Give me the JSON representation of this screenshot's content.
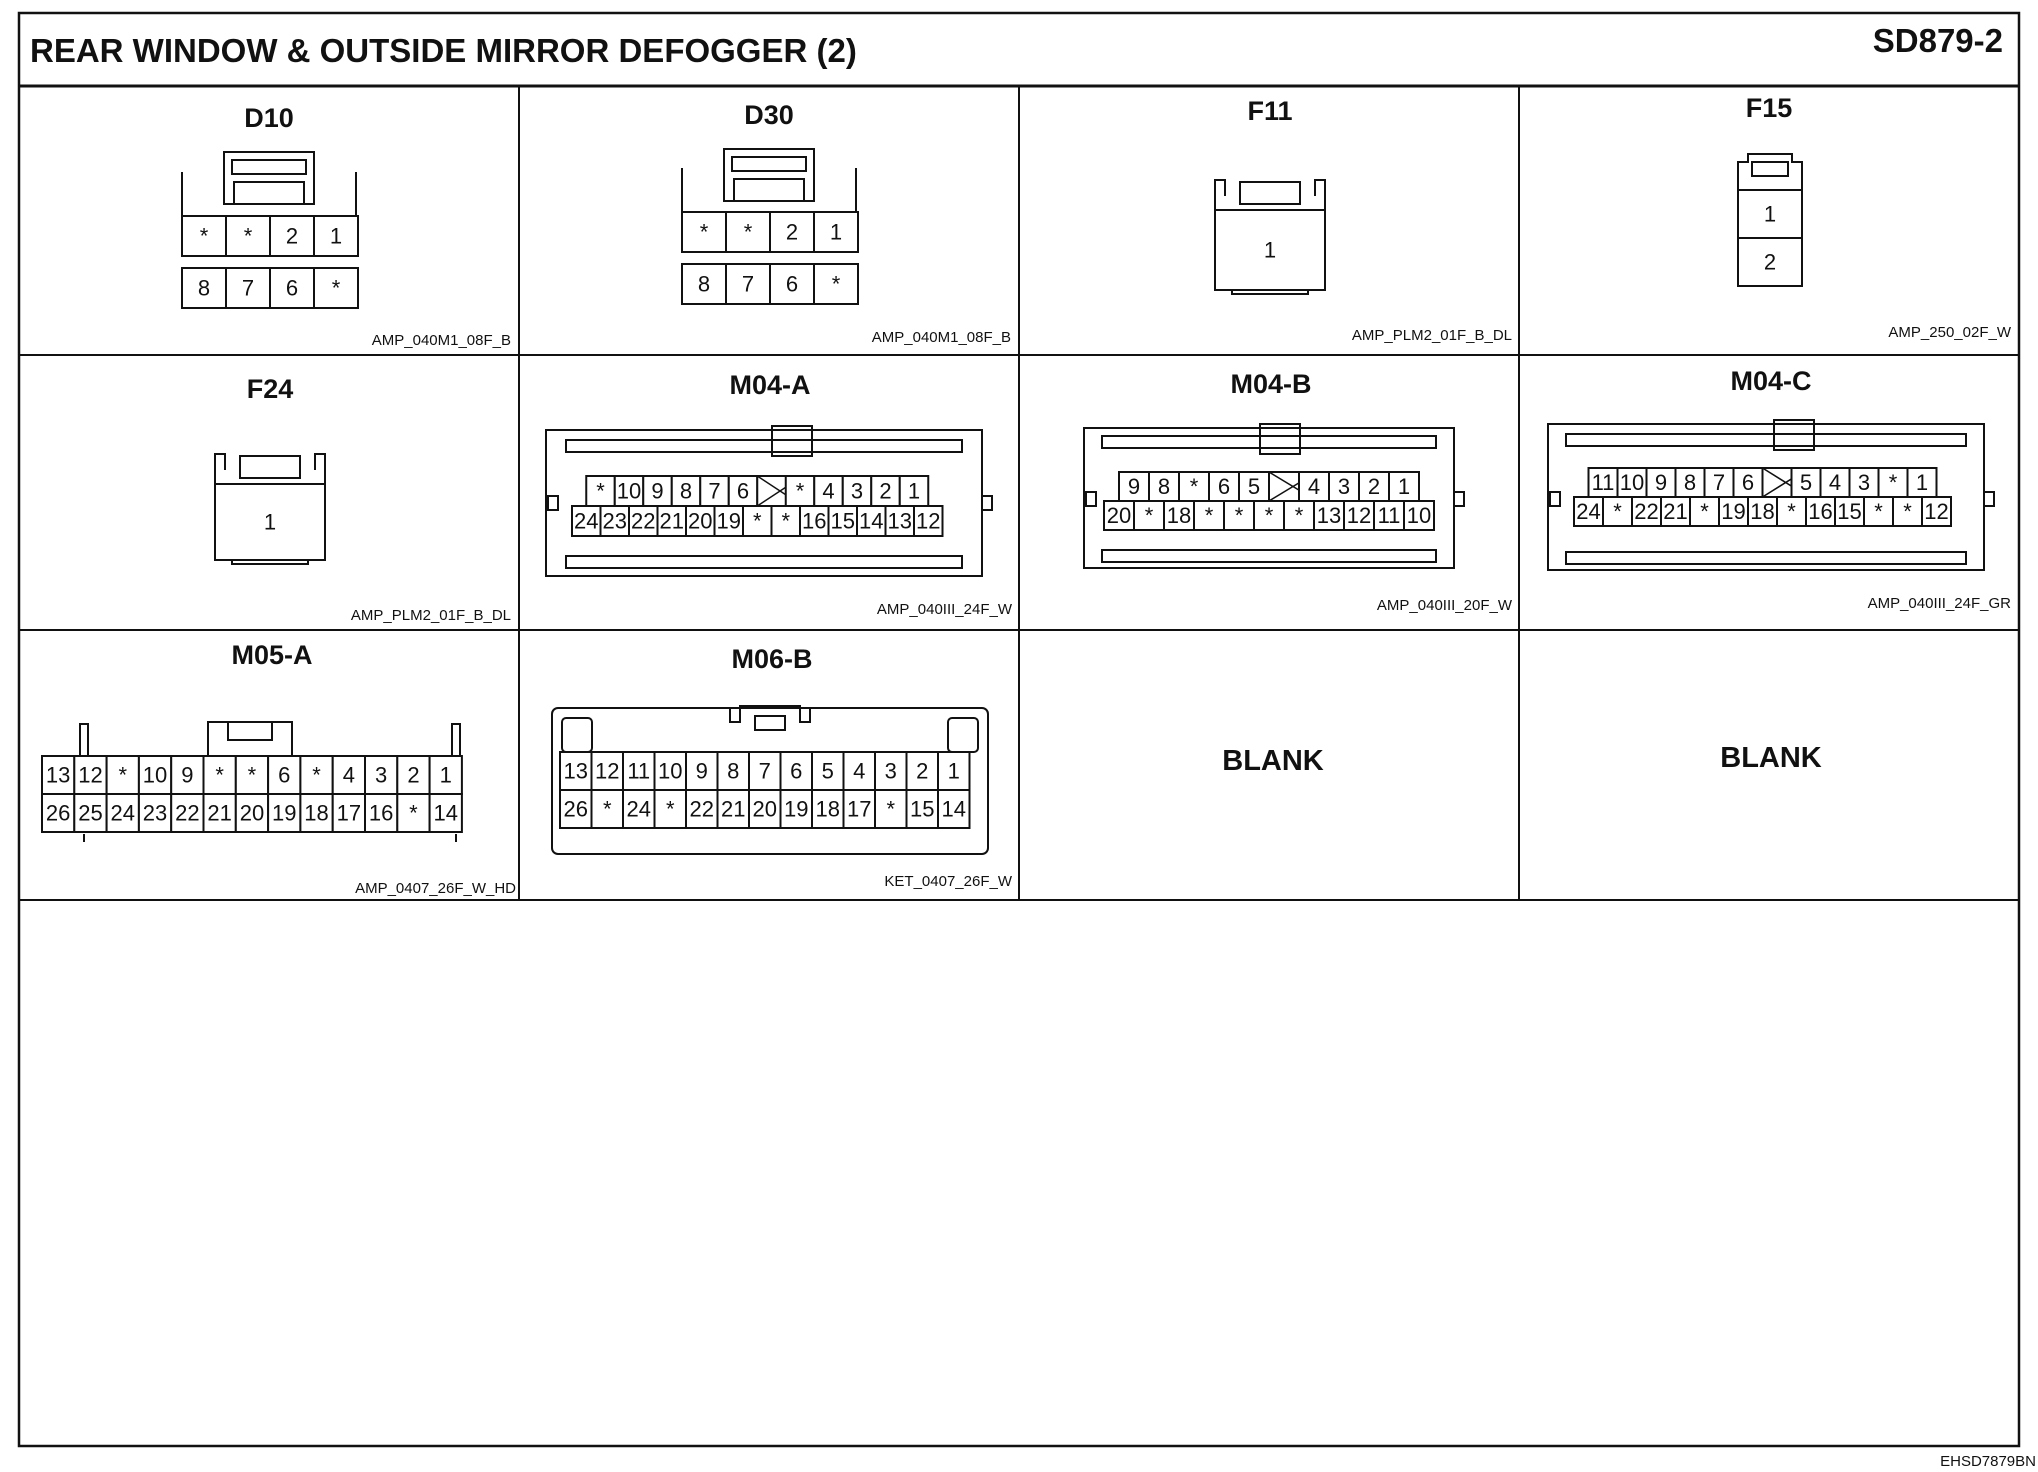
{
  "title": "REAR WINDOW & OUTSIDE MIRROR DEFOGGER (2)",
  "page_id": "SD879-2",
  "footer_code": "EHSD7879BN",
  "blank_label": "BLANK",
  "cells": [
    {
      "name": "D10",
      "code": "AMP_040M1_08F_B",
      "rows": [
        [
          "*",
          "*",
          "2",
          "1"
        ],
        [
          "8",
          "7",
          "6",
          "*"
        ]
      ]
    },
    {
      "name": "D30",
      "code": "AMP_040M1_08F_B",
      "rows": [
        [
          "*",
          "*",
          "2",
          "1"
        ],
        [
          "8",
          "7",
          "6",
          "*"
        ]
      ]
    },
    {
      "name": "F11",
      "code": "AMP_PLM2_01F_B_DL",
      "rows": [
        [
          "1"
        ]
      ]
    },
    {
      "name": "F15",
      "code": "AMP_250_02F_W",
      "rows": [
        [
          "1"
        ],
        [
          "2"
        ]
      ]
    },
    {
      "name": "F24",
      "code": "AMP_PLM2_01F_B_DL",
      "rows": [
        [
          "1"
        ]
      ]
    },
    {
      "name": "M04-A",
      "code": "AMP_040III_24F_W",
      "rows": [
        [
          "*",
          "10",
          "9",
          "8",
          "7",
          "6",
          "X",
          "*",
          "4",
          "3",
          "2",
          "1"
        ],
        [
          "24",
          "23",
          "22",
          "21",
          "20",
          "19",
          "*",
          "*",
          "16",
          "15",
          "14",
          "13",
          "12"
        ]
      ]
    },
    {
      "name": "M04-B",
      "code": "AMP_040III_20F_W",
      "rows": [
        [
          "9",
          "8",
          "*",
          "6",
          "5",
          "X",
          "4",
          "3",
          "2",
          "1"
        ],
        [
          "20",
          "*",
          "18",
          "*",
          "*",
          "*",
          "*",
          "13",
          "12",
          "11",
          "10"
        ]
      ]
    },
    {
      "name": "M04-C",
      "code": "AMP_040III_24F_GR",
      "rows": [
        [
          "11",
          "10",
          "9",
          "8",
          "7",
          "6",
          "X",
          "5",
          "4",
          "3",
          "*",
          "1"
        ],
        [
          "24",
          "*",
          "22",
          "21",
          "*",
          "19",
          "18",
          "*",
          "16",
          "15",
          "*",
          "*",
          "12"
        ]
      ]
    },
    {
      "name": "M05-A",
      "code": "AMP_0407_26F_W_HD",
      "rows": [
        [
          "13",
          "12",
          "*",
          "10",
          "9",
          "*",
          "*",
          "6",
          "*",
          "4",
          "3",
          "2",
          "1"
        ],
        [
          "26",
          "25",
          "24",
          "23",
          "22",
          "21",
          "20",
          "19",
          "18",
          "17",
          "16",
          "*",
          "14"
        ]
      ]
    },
    {
      "name": "M06-B",
      "code": "KET_0407_26F_W",
      "rows": [
        [
          "13",
          "12",
          "11",
          "10",
          "9",
          "8",
          "7",
          "6",
          "5",
          "4",
          "3",
          "2",
          "1"
        ],
        [
          "26",
          "*",
          "24",
          "*",
          "22",
          "21",
          "20",
          "19",
          "18",
          "17",
          "*",
          "15",
          "14"
        ]
      ]
    }
  ]
}
